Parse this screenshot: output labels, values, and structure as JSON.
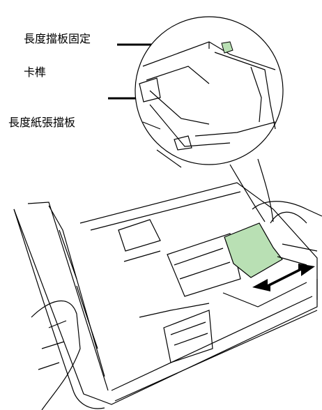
{
  "labels": {
    "length_stopper_lock": "長度擋板固定",
    "latch": "卡榫",
    "length_paper_guide": "長度紙張擋板"
  },
  "colors": {
    "line": "#000000",
    "highlight": "#b9e0b4",
    "background": "#ffffff"
  }
}
